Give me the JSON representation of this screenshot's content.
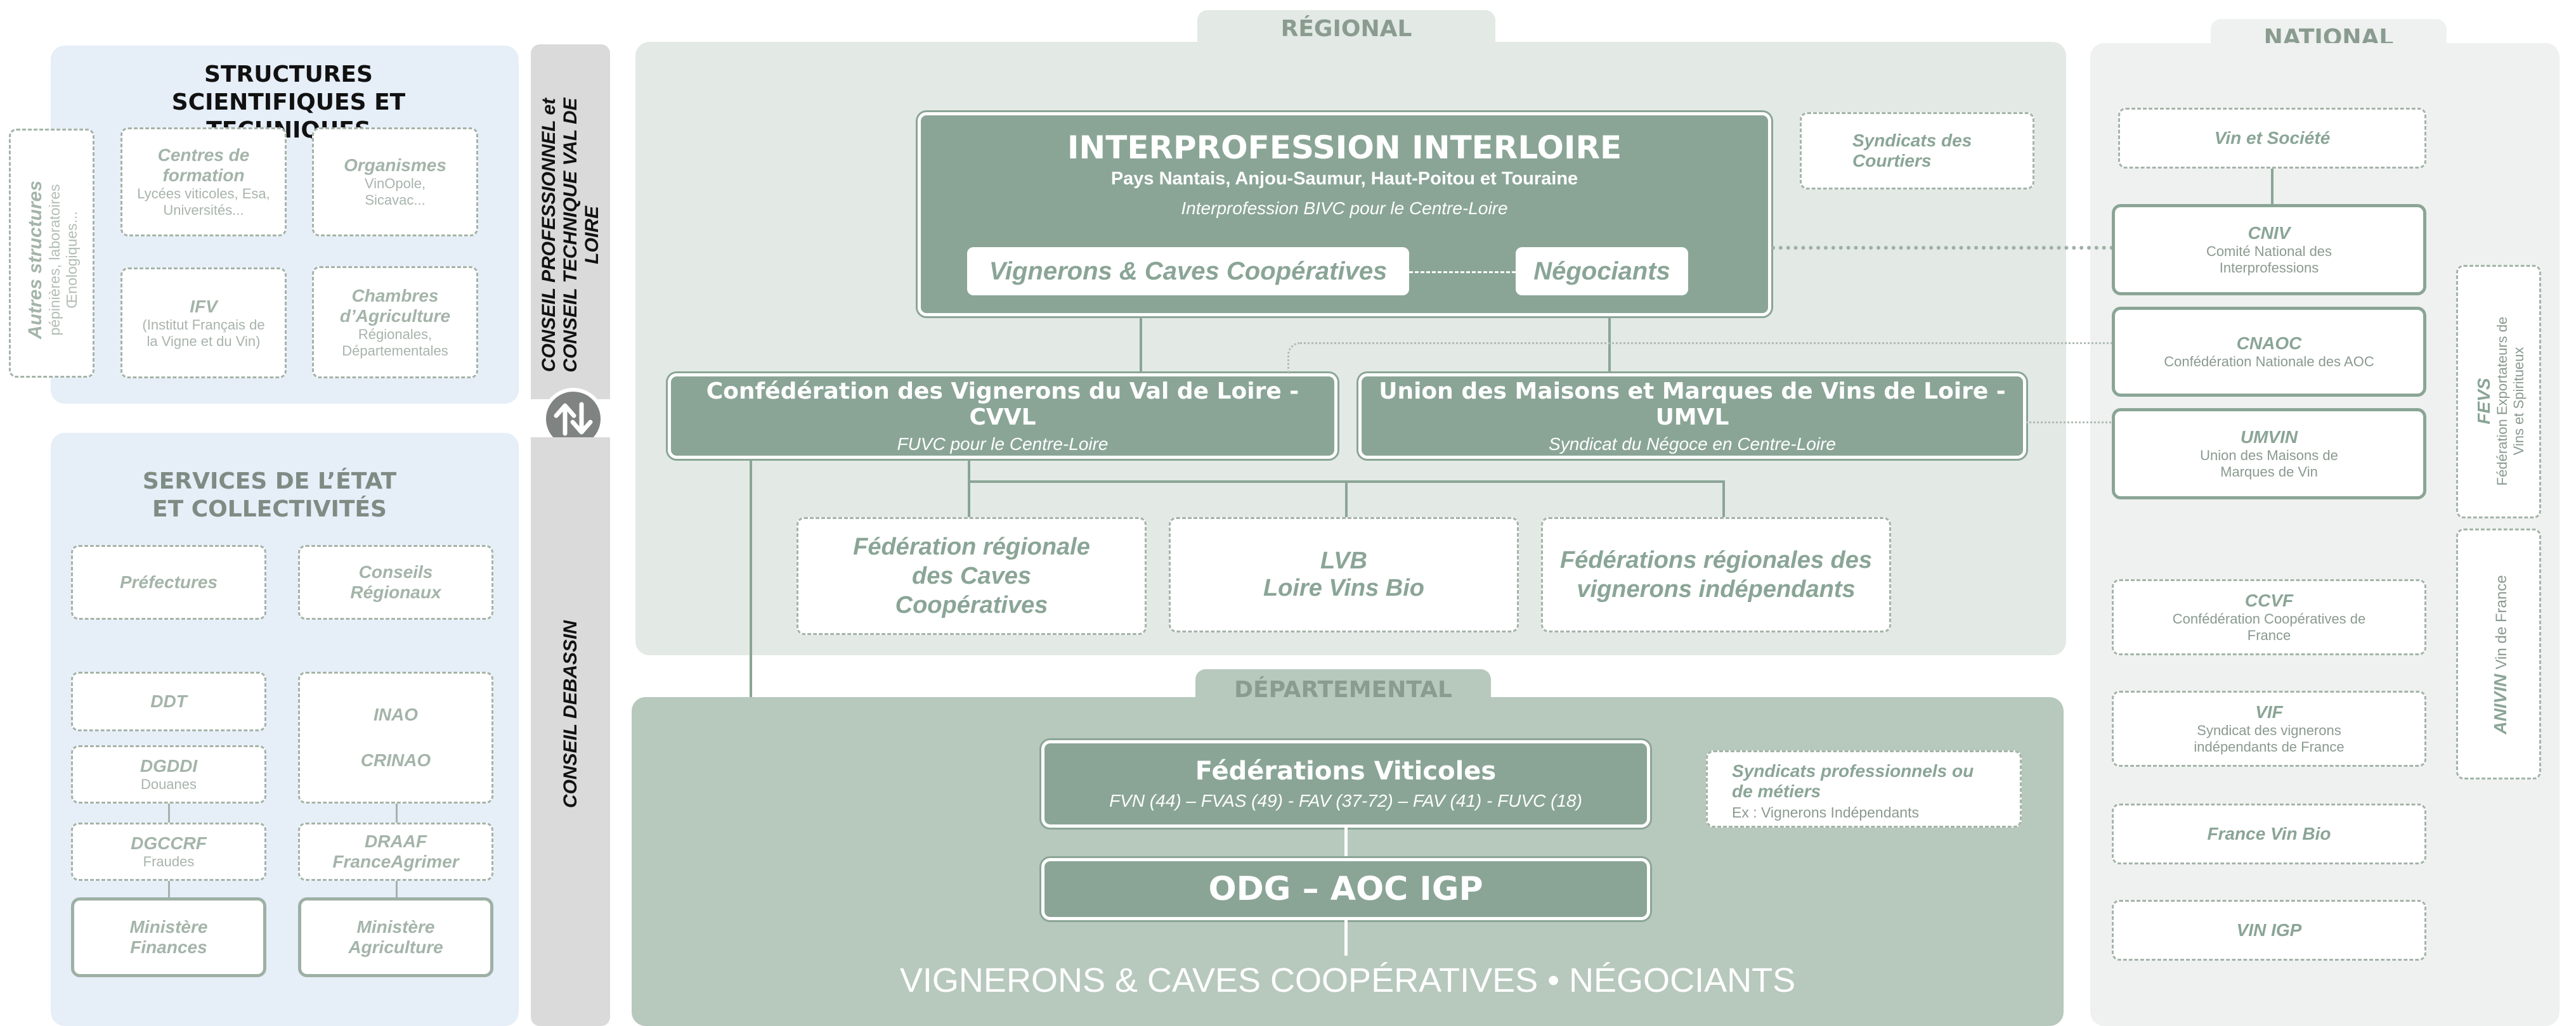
{
  "regional": {
    "tab": "RÉGIONAL",
    "interloire": {
      "title": "INTERPROFESSION INTERLOIRE",
      "subtitle": "Pays Nantais, Anjou-Saumur, Haut-Poitou et Touraine",
      "note": "Interprofession BIVC pour le Centre-Loire",
      "vignerons": "Vignerons & Caves Coopératives",
      "negociants": "Négociants"
    },
    "courtiers": "Syndicats  des Courtiers",
    "cvvl": {
      "title": "Confédération des Vignerons du Val de Loire - CVVL",
      "sub": "FUVC pour le Centre-Loire"
    },
    "umvl": {
      "title": "Union des Maisons et Marques de Vins de Loire - UMVL",
      "sub": "Syndicat du Négoce en Centre-Loire"
    },
    "fed_caves": "Fédération  régionale des Caves Coopératives",
    "lvb": {
      "line1": "LVB",
      "line2": "Loire Vins Bio"
    },
    "fed_independants": "Fédérations  régionales des vignerons indépendants"
  },
  "departemental": {
    "tab": "DÉPARTEMENTAL",
    "fv": {
      "title": "Fédérations Viticoles",
      "sub": "FVN (44) – FVAS (49) - FAV (37-72) – FAV (41) - FUVC (18)"
    },
    "syndicats": {
      "title": "Syndicats professionnels ou de métiers",
      "sub": "Ex : Vignerons Indépendants"
    },
    "odg": "ODG – AOC IGP",
    "bottom": "VIGNERONS & CAVES COOPÉRATIVES • NÉGOCIANTS"
  },
  "national": {
    "tab": "NATIONAL",
    "vin_societe": "Vin et Société",
    "cniv": {
      "title": "CNIV",
      "sub": "Comité National  des Interprofessions"
    },
    "cnaoc": {
      "title": "CNAOC",
      "sub": "Confédération Nationale des AOC"
    },
    "umvin": {
      "title": "UMVIN",
      "sub": "Union des Maisons  de Marques de Vin"
    },
    "ccvf": {
      "title": "CCVF",
      "sub": "Confédération  Coopératives de France"
    },
    "vif": {
      "title": "VIF",
      "sub": "Syndicat des vignerons indépendants de France"
    },
    "france_vin_bio": "France Vin Bio",
    "vin_igp": "VIN IGP",
    "fevs": {
      "title": "FEVS",
      "sub": "Fédération Exportateurs de Vins et Spiritueux"
    },
    "anivin": {
      "title": "ANIVIN",
      "sub": "Vin de France"
    }
  },
  "center": {
    "conseil_pro": "CONSEIL PROFESSIONNEL et CONSEIL TECHNIQUE VAL DE LOIRE",
    "conseil_bassin": "CONSEIL DEBASSIN",
    "exchange_icon": "up-down-arrows-icon"
  },
  "left": {
    "structures": {
      "title": "STRUCTURES SCIENTIFIQUES ET TECHNIQUES",
      "autres": {
        "title": "Autres structures",
        "sub": "pépinières, laboratoires Œnologiques..."
      },
      "centres": {
        "title": "Centres de formation",
        "sub": "Lycées viticoles, Esa, Universités..."
      },
      "organismes": {
        "title": "Organismes",
        "sub": "VinOpole, Sicavac..."
      },
      "ifv": {
        "title": "IFV",
        "sub": "(Institut  Français de la  Vigne et du Vin)"
      },
      "chambres": {
        "title": "Chambres d’Agriculture",
        "sub": "Régionales, Départementales"
      }
    },
    "services": {
      "title": "SERVICES DE L’ÉTAT ET COLLECTIVITÉS",
      "prefectures": "Préfectures",
      "conseils": "Conseils Régionaux",
      "ddt": "DDT",
      "inao": "INAO",
      "crinao": "CRINAO",
      "dgddi": {
        "title": "DGDDI",
        "sub": "Douanes"
      },
      "dgccrf": {
        "title": "DGCCRF",
        "sub": "Fraudes"
      },
      "draaf": "DRAAF FranceAgrimer",
      "min_fin": "Ministère Finances",
      "min_agri": "Ministère Agriculture"
    }
  },
  "colors": {
    "green": "#8aa596",
    "regional_bg": "#e3e9e5",
    "dept_bg": "#b7c8bd",
    "national_bg": "#eef1ef",
    "left_bg": "#e6eef8",
    "center_bg": "#d9dad9"
  }
}
